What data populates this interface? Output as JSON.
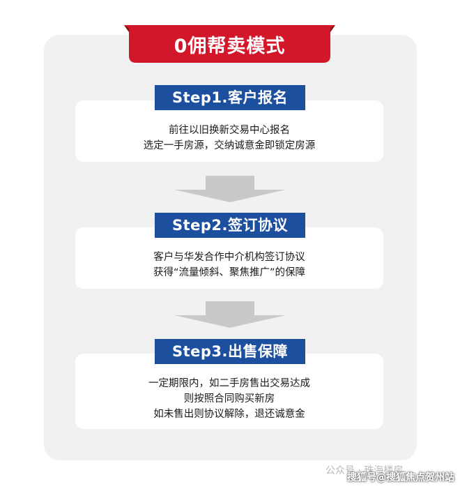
{
  "banner": {
    "title": "0佣帮卖模式",
    "color": "#d3172a"
  },
  "steps": [
    {
      "label": "Step1.客户报名",
      "lines": [
        "前往以旧换新交易中心报名",
        "选定一手房源，交纳诚意金即锁定房源"
      ]
    },
    {
      "label": "Step2.签订协议",
      "lines": [
        "客户与华发合作中介机构签订协议",
        "获得“流量倾斜、聚焦推广”的保障"
      ]
    },
    {
      "label": "Step3.出售保障",
      "lines": [
        "一定期限内，如二手房售出交易达成",
        "则按照合同购买新房",
        "如未售出则协议解除，退还诚意金"
      ]
    }
  ],
  "colors": {
    "step_label_bg": "#1d4f9f",
    "panel_bg": "#f1f1f1",
    "arrow": "#c9c9c9"
  },
  "watermark": {
    "faint_text": "公众号 · 珠海楼房",
    "text": "搜狐号@搜狐焦点贺州站"
  }
}
